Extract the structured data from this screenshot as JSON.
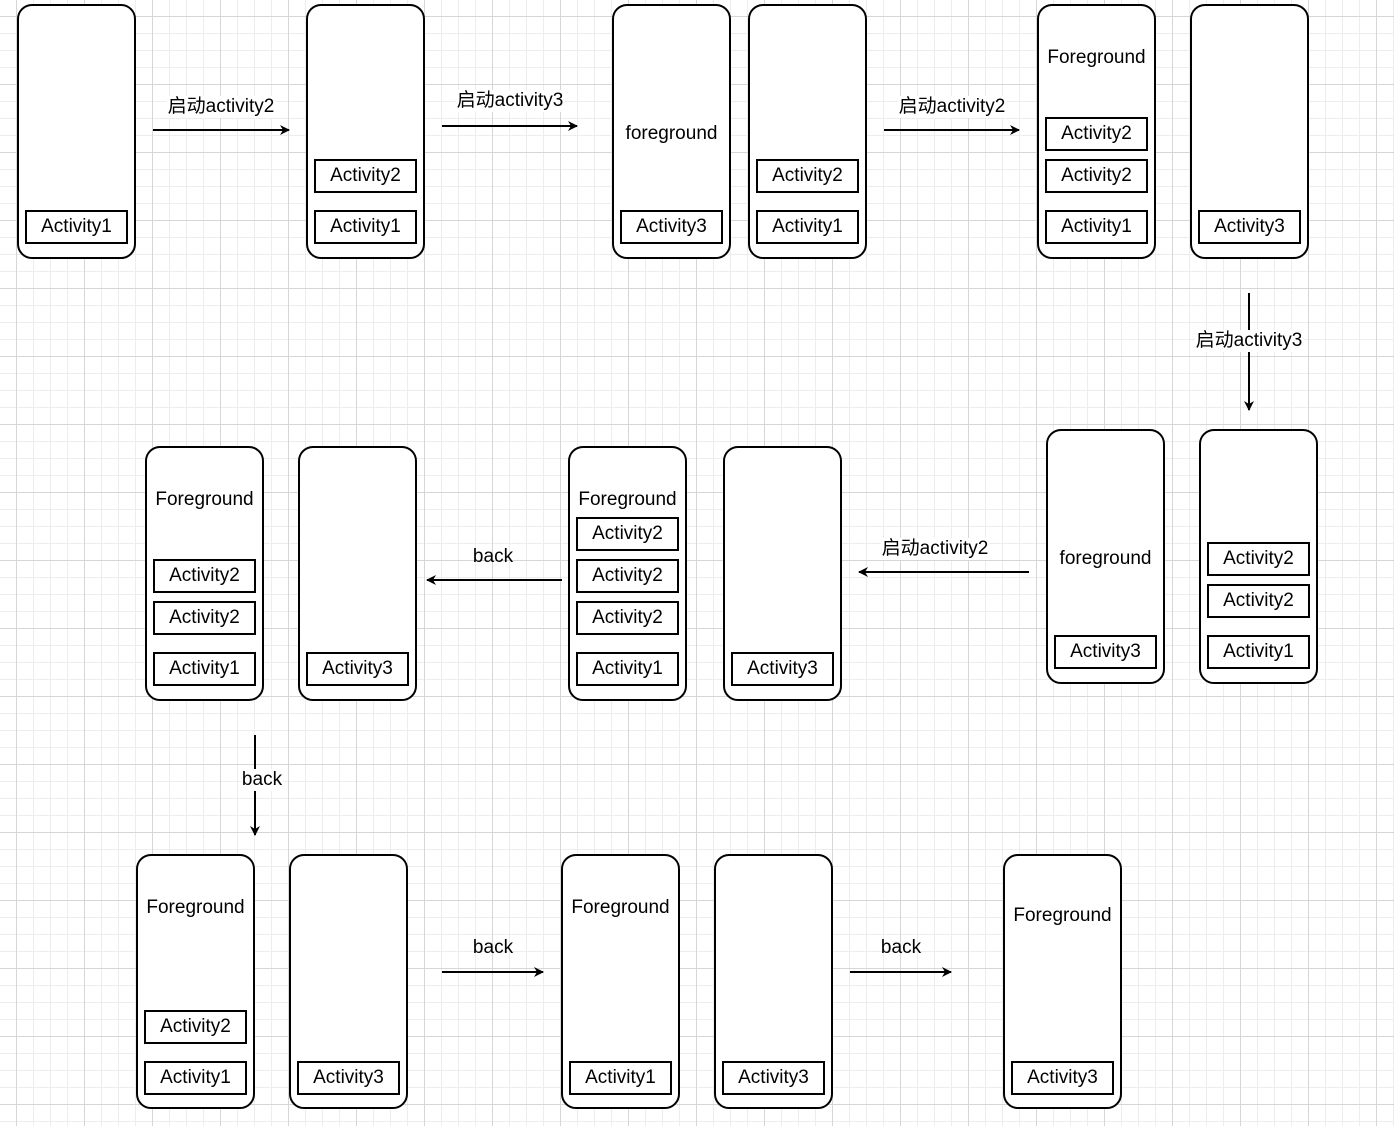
{
  "phones": [
    {
      "header": "",
      "items": [
        "Activity1"
      ]
    },
    {
      "header": "",
      "items": [
        "Activity2",
        "Activity1"
      ]
    },
    {
      "header": "foreground",
      "items": [
        "Activity3"
      ]
    },
    {
      "header": "",
      "items": [
        "Activity2",
        "Activity1"
      ]
    },
    {
      "header": "Foreground",
      "items": [
        "Activity2",
        "Activity2",
        "Activity1"
      ]
    },
    {
      "header": "",
      "items": [
        "Activity3"
      ]
    },
    {
      "header": "Foreground",
      "items": [
        "Activity2",
        "Activity2",
        "Activity1"
      ]
    },
    {
      "header": "",
      "items": [
        "Activity3"
      ]
    },
    {
      "header": "Foreground",
      "items": [
        "Activity2",
        "Activity2",
        "Activity2",
        "Activity1"
      ]
    },
    {
      "header": "",
      "items": [
        "Activity3"
      ]
    },
    {
      "header": "foreground",
      "items": [
        "Activity3"
      ]
    },
    {
      "header": "",
      "items": [
        "Activity2",
        "Activity2",
        "Activity1"
      ]
    },
    {
      "header": "Foreground",
      "items": [
        "Activity2",
        "Activity1"
      ]
    },
    {
      "header": "",
      "items": [
        "Activity3"
      ]
    },
    {
      "header": "Foreground",
      "items": [
        "Activity1"
      ]
    },
    {
      "header": "",
      "items": [
        "Activity3"
      ]
    },
    {
      "header": "Foreground",
      "items": [
        "Activity3"
      ]
    }
  ],
  "arrows": [
    "启动activity2",
    "启动activity3",
    "启动activity2",
    "启动activity3",
    "back",
    "启动activity2",
    "back",
    "back",
    "back"
  ]
}
